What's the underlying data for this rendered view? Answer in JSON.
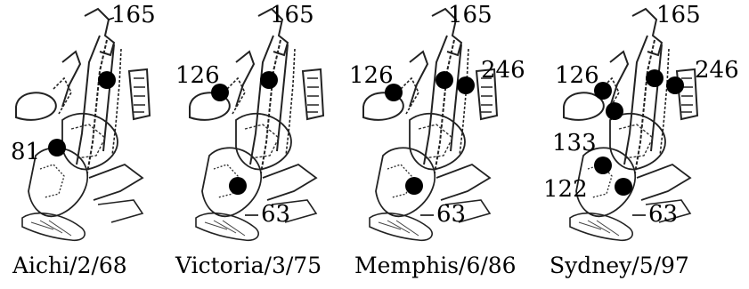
{
  "panels": [
    {
      "name": "Aichi/2/68",
      "labels": {
        "l165": "165",
        "l81": "81"
      }
    },
    {
      "name": "Victoria/3/75",
      "labels": {
        "l126": "126",
        "l165": "165",
        "l63": "63"
      }
    },
    {
      "name": "Memphis/6/86",
      "labels": {
        "l126": "126",
        "l165": "165",
        "l246": "246",
        "l63": "63"
      }
    },
    {
      "name": "Sydney/5/97",
      "labels": {
        "l126": "126",
        "l165": "165",
        "l246": "246",
        "l133": "133",
        "l122": "122",
        "l63": "63"
      }
    }
  ]
}
